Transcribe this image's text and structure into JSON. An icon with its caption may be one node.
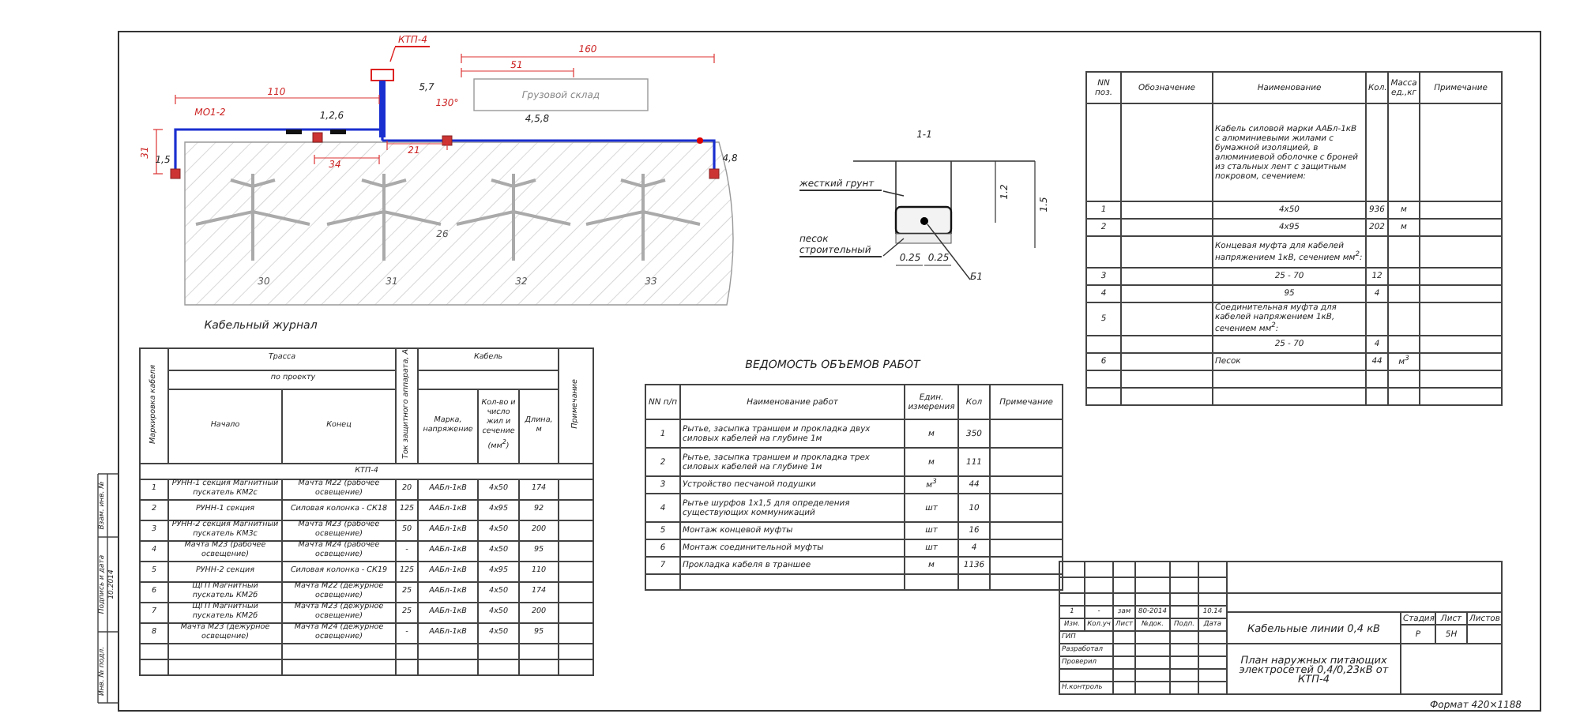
{
  "diagram": {
    "nodes": [
      {
        "text": [
          "КТП-4"
        ]
      },
      {
        "text": [
          "жесткий грунт"
        ]
      },
      {
        "text": [
          "песок строительный"
        ]
      },
      {
        "text": [
          "Б1"
        ]
      }
    ],
    "edges": [
      {
        "from": 0,
        "to": null,
        "arrow": "none",
        "color": "#dd2222"
      },
      {
        "from": 1,
        "to": null,
        "arrow": "none"
      },
      {
        "from": 2,
        "to": null,
        "arrow": "none"
      },
      {
        "from": 3,
        "to": null,
        "arrow": "none"
      }
    ],
    "labels": [
      "110",
      "160",
      "51",
      "МО1-2",
      "1,2,6",
      "5,7",
      "130°",
      "4,5,8",
      "Грузовой склад",
      "31",
      "1,5",
      "34",
      "21",
      "4,8",
      "26",
      "30",
      "31",
      "32",
      "33",
      "Кабельный журнал",
      "1-1",
      "1.2",
      "1.5",
      "0.25",
      "0.25",
      "ВЕДОМОСТЬ ОБЪЕМОВ РАБОТ",
      "Маркировка кабеля",
      "Трасса",
      "Ток защитного аппарата, А",
      "Кабель",
      "Примечание",
      "по проекту",
      "Начало",
      "Конец",
      "Марка, напряжение",
      "Кол-во и число жил и сечение (мм$^{2}$)",
      "Длина, м",
      "КТП-4",
      "1",
      "РУНН-1 секция Магнитный пускатель КМ2с",
      "Мачта М22 (рабочее освещение)",
      "20",
      "ААБл-1кВ",
      "4х50",
      "174",
      "2",
      "РУНН-1 секция",
      "Силовая колонка - СК18",
      "125",
      "ААБл-1кВ",
      "4х95",
      "92",
      "3",
      "РУНН-2 секция Магнитный пускатель КМ3с",
      "Мачта М23 (рабочее освещение)",
      "50",
      "ААБл-1кВ",
      "4х50",
      "200",
      "4",
      "Мачта М23 (рабочее освещение)",
      "Мачта М24 (рабочее освещение)",
      "-",
      "ААБл-1кВ",
      "4х50",
      "95",
      "5",
      "РУНН-2 секция",
      "Силовая колонка - СК19",
      "125",
      "ААБл-1кВ",
      "4х95",
      "110",
      "6",
      "ЩГП Магнитный пускатель КМ2б",
      "Мачта М22 (дежурное освещение)",
      "25",
      "ААБл-1кВ",
      "4х50",
      "174",
      "7",
      "ЩГП Магнитный пускатель КМ2б",
      "Мачта М23 (дежурное освещение)",
      "25",
      "ААБл-1кВ",
      "4х50",
      "200",
      "8",
      "Мачта М23 (дежурное освещение)",
      "Мачта М24 (дежурное освещение)",
      "-",
      "ААБл-1кВ",
      "4х50",
      "95",
      "NN п/п",
      "Наименование работ",
      "Един. измерения",
      "Кол",
      "Примечание",
      "1",
      "Рытье, засыпка траншеи и прокладка двух силовых кабелей на глубине 1м",
      "м",
      "350",
      "2",
      "Рытье, засыпка траншеи и прокладка трех силовых кабелей на глубине 1м",
      "м",
      "111",
      "3",
      "Устройство песчаной подушки",
      "м$^{3}$",
      "44",
      "4",
      "Рытье шурфов 1х1,5 для определения существующих коммуникаций",
      "шт",
      "10",
      "5",
      "Монтаж концевой муфты",
      "шт",
      "16",
      "6",
      "Монтаж соединительной муфты",
      "шт",
      "4",
      "7",
      "Прокладка кабеля в траншее",
      "м",
      "1136",
      "NN поз.",
      "Обозначение",
      "Наименование",
      "Кол.",
      "Масса ед.,кг",
      "Примечание",
      "Кабель силовой марки ААБл-1кВ с алюминиевыми жилами с бумажной изоляцией, в алюминиевой оболочке с броней из стальных лент с защитным покровом, сечением:",
      "1",
      "4х50",
      "936",
      "м",
      "2",
      "4х95",
      "202",
      "м",
      "Концевая муфта для кабелей напряжением 1кВ, сечением мм$^{2}$:",
      "3",
      "25 - 70",
      "12",
      "4",
      "95",
      "4",
      "5",
      "Соединительная муфта для кабелей напряжением 1кВ, сечением мм$^{2}$:",
      "25 - 70",
      "4",
      "6",
      "Песок",
      "44",
      "м$^{3}$",
      "1",
      "-",
      "зам",
      "80-2014",
      "10.14",
      "Изм.",
      "Кол.уч",
      "Лист",
      "№док.",
      "Подп.",
      "Дата",
      "ГИП",
      "Разработал",
      "Проверил",
      "Н.контроль",
      "Кабельные линии 0,4 кВ",
      "Стадия",
      "Лист",
      "Листов",
      "Р",
      "5Н",
      "План наружных питающих электросетей 0,4/0,23кВ от КТП-4",
      "Формат 420×1188",
      "Инв. № подл.",
      "Подпись и дата",
      "Взам. инв. №",
      "10.2014"
    ]
  }
}
